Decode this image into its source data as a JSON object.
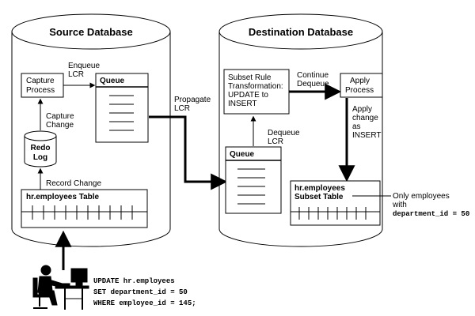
{
  "source_db": {
    "title": "Source Database",
    "capture_process": [
      "Capture",
      "Process"
    ],
    "queue_title": "Queue",
    "enqueue_label": [
      "Enqueue",
      "LCR"
    ],
    "capture_change_label": [
      "Capture",
      "Change"
    ],
    "redo_log": [
      "Redo",
      "Log"
    ],
    "record_change_label": "Record Change",
    "table_title": "hr.employees Table"
  },
  "propagate_label": [
    "Propagate",
    "LCR"
  ],
  "dest_db": {
    "title": "Destination Database",
    "subset_rule": [
      "Subset Rule",
      "Transformation:",
      "UPDATE to",
      "INSERT"
    ],
    "continue_dequeue_label": [
      "Continue",
      "Dequeue"
    ],
    "apply_process": [
      "Apply",
      "Process"
    ],
    "apply_change_label": [
      "Apply",
      "change",
      "as",
      "INSERT"
    ],
    "dequeue_label": [
      "Dequeue",
      "LCR"
    ],
    "queue_title": "Queue",
    "subset_table": [
      "hr.employees",
      "Subset Table"
    ]
  },
  "annotation": {
    "lines": [
      "Only employees",
      "with"
    ],
    "code": "department_id = 50"
  },
  "sql": [
    "UPDATE hr.employees",
    "SET department_id = 50",
    "WHERE employee_id = 145;"
  ]
}
